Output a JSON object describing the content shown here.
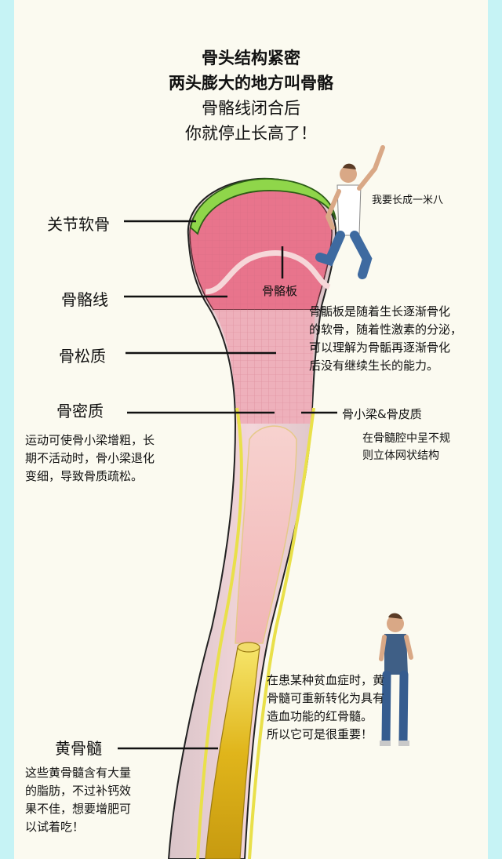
{
  "title": {
    "line1": "骨头结构紧密",
    "line2": "两头膨大的地方叫骨骼",
    "line3": "骨骼线闭合后",
    "line4": "你就停止长高了！"
  },
  "labels": {
    "cartilage": "关节软骨",
    "epiphyseal_line": "骨骼线",
    "cancellous": "骨松质",
    "compact": "骨密质",
    "yellow_marrow": "黄骨髓",
    "plate": "骨骼板",
    "trabecula": "骨小梁&骨皮质"
  },
  "callouts": {
    "jumper_speech": "我要长成一米八",
    "plate_note": [
      "骨骺板是随着生长逐渐骨化",
      "的软骨，随着性激素的分泌，",
      "可以理解为骨骺再逐渐骨化",
      "后没有继续生长的能力。"
    ],
    "trabecula_note": [
      "在骨髓腔中呈不规",
      "则立体网状结构"
    ],
    "exercise_note": [
      "运动可使骨小梁增粗，长",
      "期不活动时，骨小梁退化",
      "变细，导致骨质疏松。"
    ],
    "marrow_note": [
      "在患某种贫血症时，黄",
      "骨髓可重新转化为具有",
      "造血功能的红骨髓。",
      "所以它可是很重要！"
    ],
    "fat_note": [
      "这些黄骨髓含有大量",
      "的脂肪，不过补钙效",
      "果不佳，想要增肥可",
      "以试着吃！"
    ]
  },
  "colors": {
    "background": "#c6f3f5",
    "panel": "#fbfaf0",
    "cartilage": "#8fd64a",
    "spongy_bone": "#e8748c",
    "bone_shaft": "#f2c9cf",
    "yellow_marrow": "#d9b21a"
  }
}
